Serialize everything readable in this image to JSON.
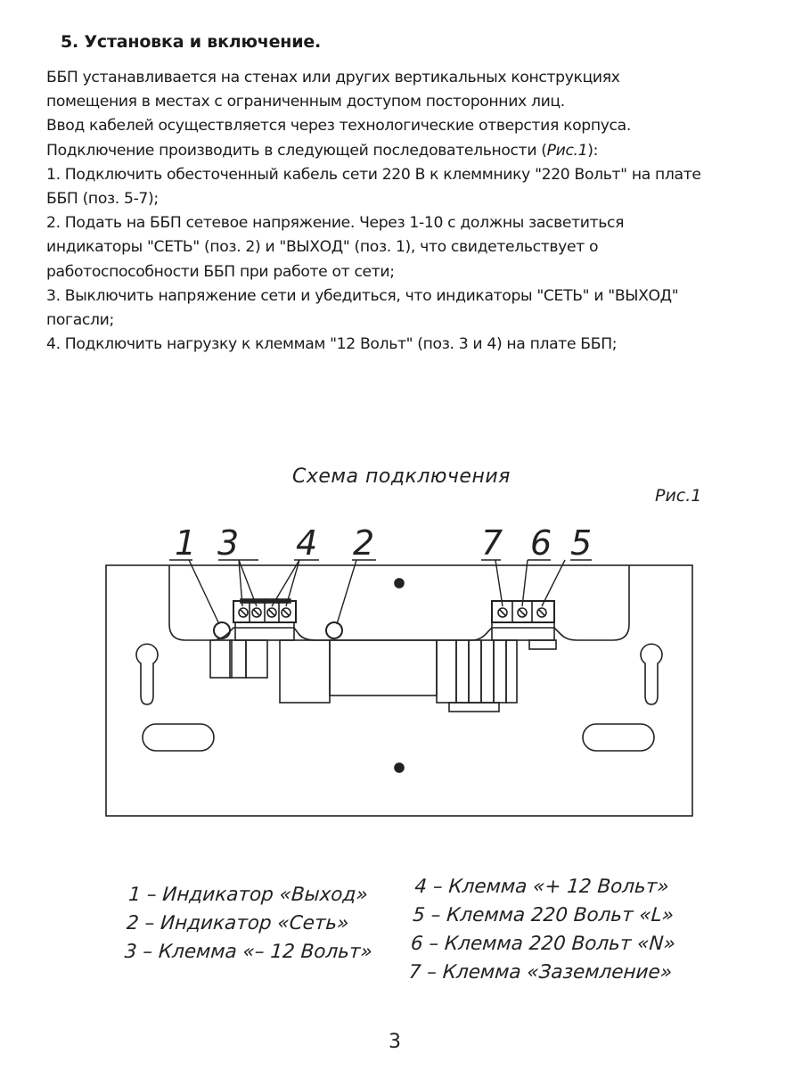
{
  "section": {
    "heading": "5. Установка и включение."
  },
  "body": {
    "lines": [
      "ББП устанавливается на стенах или других вертикальных конструкциях",
      "помещения в местах с ограниченным доступом посторонних лиц.",
      "Ввод кабелей осуществляется через технологические отверстия корпуса."
    ],
    "sequence_intro_before": "Подключение производить в следующей последовательности (",
    "sequence_intro_ref": "Рис.1",
    "sequence_intro_after": "):",
    "steps_lines": [
      "1. Подключить обесточенный кабель сети 220 В к клеммнику \"220 Вольт\" на плате",
      "ББП (поз. 5-7);",
      "2. Подать на ББП сетевое напряжение. Через 1-10 с должны засветиться",
      "индикаторы \"СЕТЬ\" (поз. 2) и \"ВЫХОД\" (поз. 1), что свидетельствует о",
      "работоспособности ББП при работе от сети;",
      "3. Выключить напряжение сети и убедиться, что индикаторы \"СЕТЬ\" и \"ВЫХОД\"",
      "погасли;",
      "4. Подключить нагрузку к клеммам \"12 Вольт\" (поз. 3 и 4) на плате ББП;"
    ]
  },
  "figure": {
    "caption": "Схема подключения",
    "ref": "Рис.1",
    "callouts": {
      "c1": "1",
      "c3": "3",
      "c4": "4",
      "c2": "2",
      "c7": "7",
      "c6": "6",
      "c5": "5"
    },
    "legend_left": [
      "1 – Индикатор «Выход»",
      "2 – Индикатор «Сеть»",
      "3 – Клемма «– 12 Вольт»"
    ],
    "legend_right": [
      "4 – Клемма «+ 12 Вольт»",
      "5 – Клемма 220 Вольт «L»",
      "6 – Клемма 220 Вольт «N»",
      "7 – Клемма «Заземление»"
    ]
  },
  "page": {
    "number": "3"
  }
}
